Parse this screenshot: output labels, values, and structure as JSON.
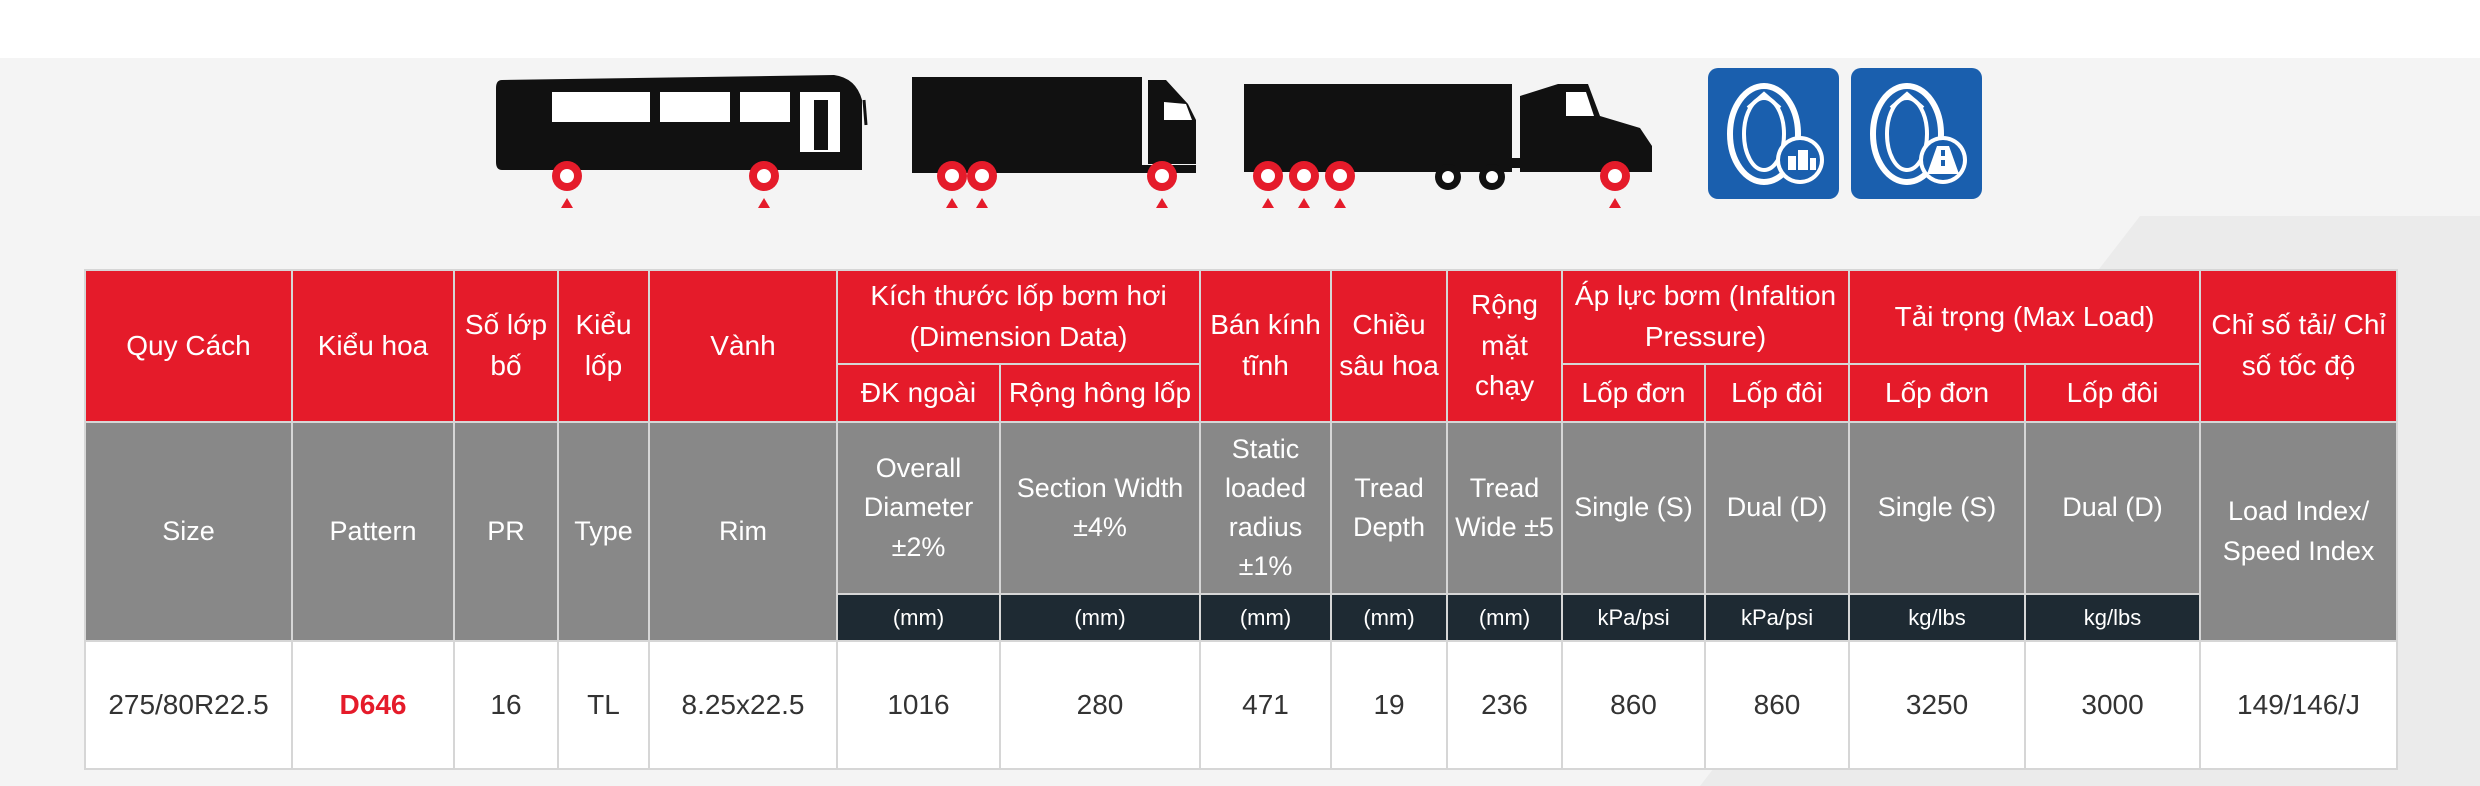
{
  "header": {
    "vn": {
      "size": "Quy Cách",
      "pattern": "Kiểu hoa",
      "pr": "Số lớp bố",
      "type": "Kiểu lốp",
      "rim": "Vành",
      "dimension": "Kích thước lốp bơm hơi (Dimension Data)",
      "overall": "ĐK ngoài",
      "section": "Rộng hông lốp",
      "static": "Bán kính tĩnh",
      "tread_depth": "Chiều sâu hoa",
      "tread_wide": "Rộng mặt chạy",
      "pressure": "Áp lực bơm (Infaltion Pressure)",
      "pressure_single": "Lốp đơn",
      "pressure_dual": "Lốp đôi",
      "load": "Tải trọng (Max Load)",
      "load_single": "Lốp đơn",
      "load_dual": "Lốp đôi",
      "index": "Chỉ số tải/ Chỉ số tốc độ"
    },
    "en": {
      "size": "Size",
      "pattern": "Pattern",
      "pr": "PR",
      "type": "Type",
      "rim": "Rim",
      "overall": "Overall Diameter ±2%",
      "section": "Section Width ±4%",
      "static": "Static loaded radius ±1%",
      "tread_depth": "Tread Depth",
      "tread_wide": "Tread Wide ±5",
      "pressure_single": "Single (S)",
      "pressure_dual": "Dual (D)",
      "load_single": "Single (S)",
      "load_dual": "Dual (D)",
      "index": "Load Index/ Speed Index"
    },
    "units": {
      "overall": "(mm)",
      "section": "(mm)",
      "static": "(mm)",
      "tread_depth": "(mm)",
      "tread_wide": "(mm)",
      "pressure_single": "kPa/psi",
      "pressure_dual": "kPa/psi",
      "load_single": "kg/lbs",
      "load_dual": "kg/lbs"
    }
  },
  "row": {
    "size": "275/80R22.5",
    "pattern": "D646",
    "pr": "16",
    "type": "TL",
    "rim": "8.25x22.5",
    "overall": "1016",
    "section": "280",
    "static": "471",
    "tread_depth": "19",
    "tread_wide": "236",
    "pressure_single": "860",
    "pressure_dual": "860",
    "load_single": "3250",
    "load_dual": "3000",
    "index": "149/146/J"
  },
  "icons": [
    "bus-icon",
    "box-truck-icon",
    "semi-truck-icon",
    "tire-urban-icon",
    "tire-highway-icon"
  ],
  "colors": {
    "header_red": "#e51b2a",
    "english_grey": "#888888",
    "unit_dark": "#1e2a33",
    "badge_blue": "#1a5fae",
    "pattern_red": "#e51b2a"
  }
}
